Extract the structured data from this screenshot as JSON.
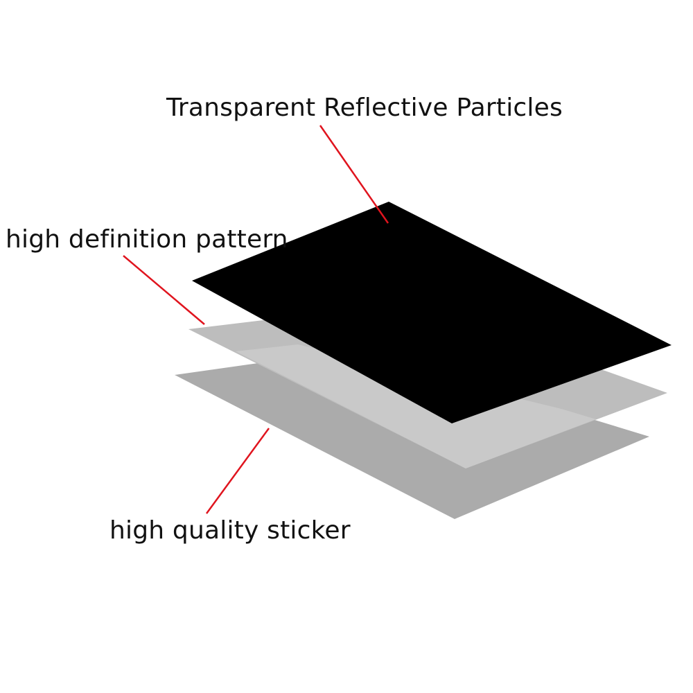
{
  "labels": {
    "top": "Transparent Reflective Particles",
    "middle": "high definition pattern",
    "bottom": "high quality sticker"
  },
  "colors": {
    "background": "#ffffff",
    "top_layer": "#000000",
    "middle_layer": "#bdbdbd",
    "middle_layer_overlap": "#c9c9c9",
    "bottom_layer": "#ababab",
    "leader_lines": "#e0141e",
    "text": "#111111"
  }
}
